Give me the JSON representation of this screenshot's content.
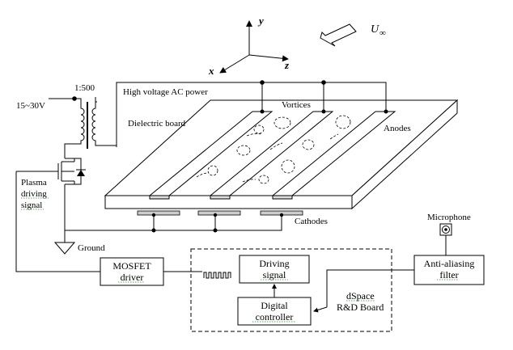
{
  "axes": {
    "y": "y",
    "x": "x",
    "z": "z",
    "freestream_u": "U",
    "freestream_sub": "∞"
  },
  "labels": {
    "ratio": "1:500",
    "voltage_in": "15~30V",
    "hv_power": "High voltage AC power",
    "vortices": "Vortices",
    "dielectric": "Dielectric board",
    "anodes": "Anodes",
    "cathodes": "Cathodes",
    "plasma_1": "Plasma",
    "plasma_2": "driving",
    "plasma_3": "signal",
    "ground": "Ground",
    "microphone": "Microphone"
  },
  "blocks": {
    "mosfet_1": "MOSFET",
    "mosfet_2": "driver",
    "driving_1": "Driving",
    "driving_2": "signal",
    "digital_1": "Digital",
    "digital_2": "controller",
    "dspace_1": "dSpace",
    "dspace_2": "R&D Board",
    "filter_1": "Anti-aliasing",
    "filter_2": "filter"
  }
}
